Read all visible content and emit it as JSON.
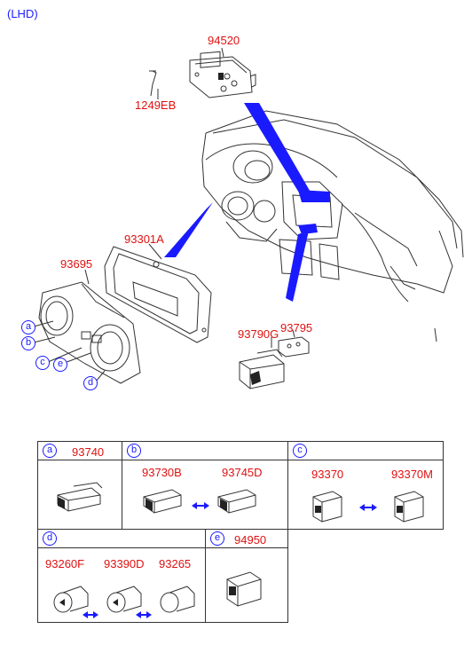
{
  "header": {
    "variant": "(LHD)"
  },
  "parts": {
    "p94520": "94520",
    "p1249EB": "1249EB",
    "p93301A": "93301A",
    "p93695": "93695",
    "p93790G": "93790G",
    "p93795": "93795"
  },
  "callouts": [
    "a",
    "b",
    "c",
    "e",
    "d"
  ],
  "table": {
    "a": {
      "letter": "a",
      "parts": [
        "93740"
      ]
    },
    "b": {
      "letter": "b",
      "parts": [
        "93730B",
        "93745D"
      ]
    },
    "c": {
      "letter": "c",
      "parts": [
        "93370",
        "93370M"
      ]
    },
    "d": {
      "letter": "d",
      "parts": [
        "93260F",
        "93390D",
        "93265"
      ]
    },
    "e": {
      "letter": "e",
      "parts": [
        "94950"
      ]
    }
  },
  "colors": {
    "part_number": "#e01010",
    "callout": "#1a1aff",
    "arrow": "#1a1aff",
    "line": "#333333"
  }
}
